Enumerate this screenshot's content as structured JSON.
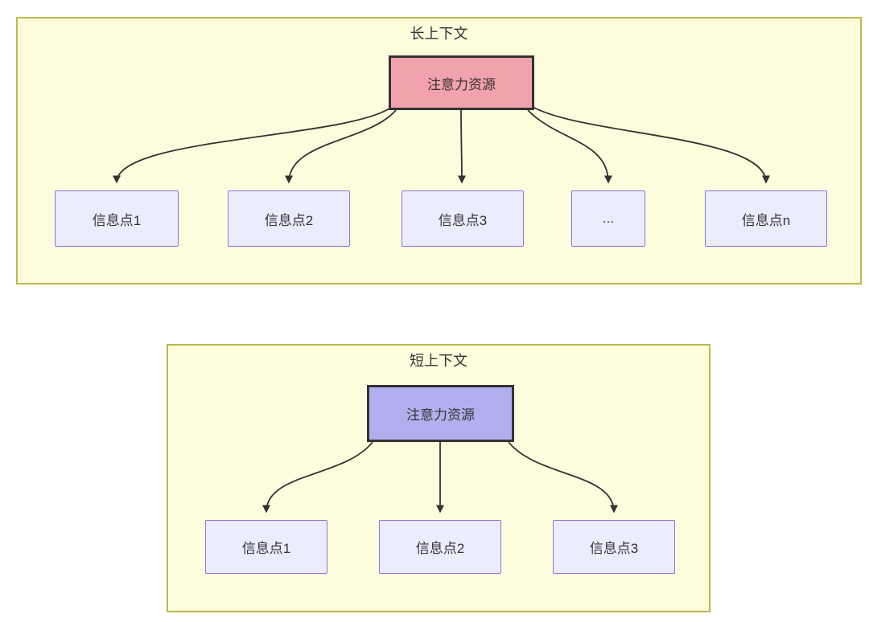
{
  "diagrams": [
    {
      "title": "长上下文",
      "attention_label": "注意力资源",
      "nodes": [
        "信息点1",
        "信息点2",
        "信息点3",
        "...",
        "信息点n"
      ]
    },
    {
      "title": "短上下文",
      "attention_label": "注意力资源",
      "nodes": [
        "信息点1",
        "信息点2",
        "信息点3"
      ]
    }
  ],
  "colors": {
    "cluster_background": "#fdfdde",
    "cluster_border": "#b9b94e",
    "attention_long_fill": "#f2a2ac",
    "attention_short_fill": "#b0b0ee",
    "info_node_fill": "#ececff",
    "info_node_border": "#9370db",
    "edge_stroke": "#333333",
    "text": "#333333"
  }
}
